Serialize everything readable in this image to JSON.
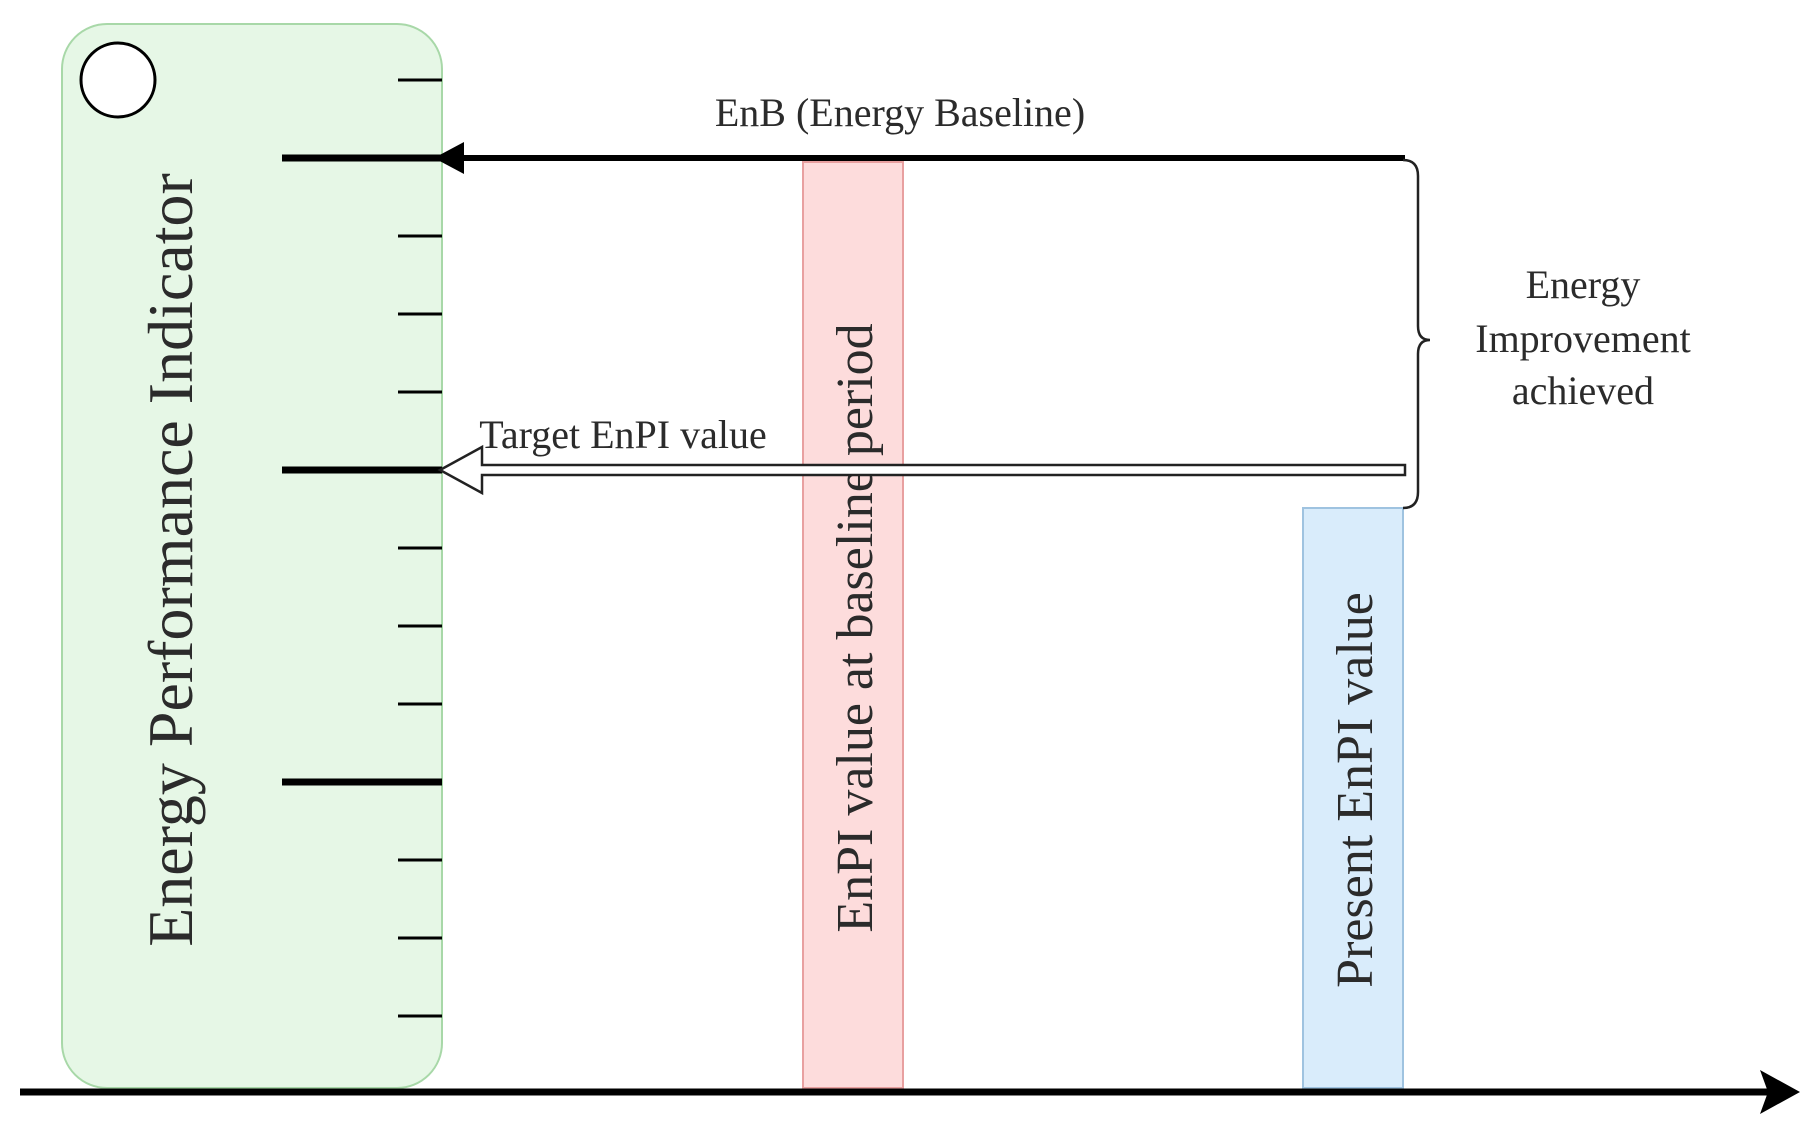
{
  "indicator": {
    "title": "Energy Performance Indicator",
    "panel_color": "#e6f7e6",
    "panel_border": "#a8d8a8"
  },
  "baseline": {
    "label": "EnB (Energy Baseline)"
  },
  "target": {
    "label": "Target EnPI value"
  },
  "baseline_bar": {
    "label": "EnPI value at baseline period",
    "fill": "#fddcdc",
    "stroke": "#e8a0a0"
  },
  "present_bar": {
    "label": "Present EnPI value",
    "fill": "#d9ecfb",
    "stroke": "#9fc3e0"
  },
  "improvement": {
    "line1": "Energy",
    "line2": "Improvement",
    "line3": "achieved"
  }
}
